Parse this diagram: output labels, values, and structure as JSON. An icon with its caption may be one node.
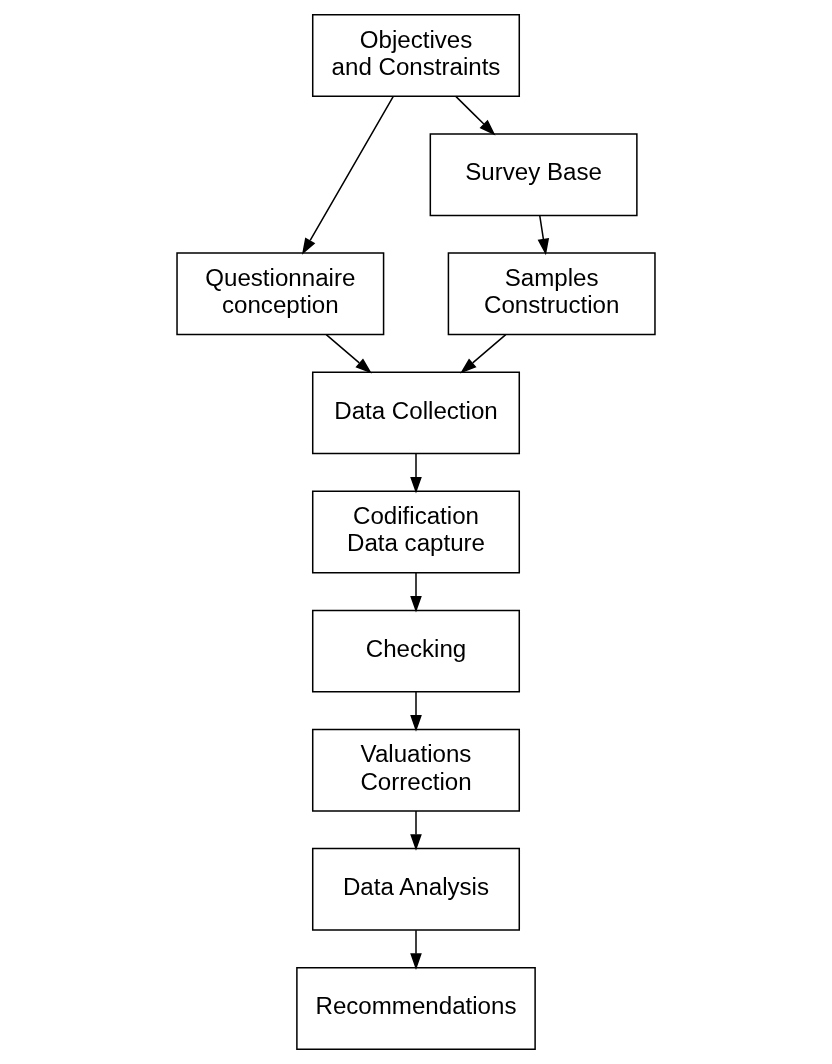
{
  "diagram": {
    "nodes": [
      {
        "text": [
          "Objectives and Constraints"
        ]
      },
      {
        "text": [
          "Questionnaire conception"
        ]
      },
      {
        "text": [
          "Survey Base"
        ]
      },
      {
        "text": [
          "Samples Construction"
        ]
      },
      {
        "text": [
          "Data Collection"
        ]
      },
      {
        "text": [
          "Codification Data capture"
        ]
      },
      {
        "text": [
          "Checking"
        ]
      },
      {
        "text": [
          "Valuations Correction"
        ]
      },
      {
        "text": [
          "Data Analysis"
        ]
      },
      {
        "text": [
          "Recommendations"
        ]
      }
    ],
    "edges": [
      {
        "from": 0,
        "to": 1,
        "arrow": "to"
      },
      {
        "from": 0,
        "to": 2,
        "arrow": "to"
      },
      {
        "from": 2,
        "to": 3,
        "arrow": "to"
      },
      {
        "from": 1,
        "to": 4,
        "arrow": "to"
      },
      {
        "from": 3,
        "to": 4,
        "arrow": "to"
      },
      {
        "from": 4,
        "to": 5,
        "arrow": "to"
      },
      {
        "from": 5,
        "to": 6,
        "arrow": "to"
      },
      {
        "from": 6,
        "to": 7,
        "arrow": "to"
      },
      {
        "from": 7,
        "to": 8,
        "arrow": "to"
      },
      {
        "from": 8,
        "to": 9,
        "arrow": "to"
      }
    ]
  }
}
